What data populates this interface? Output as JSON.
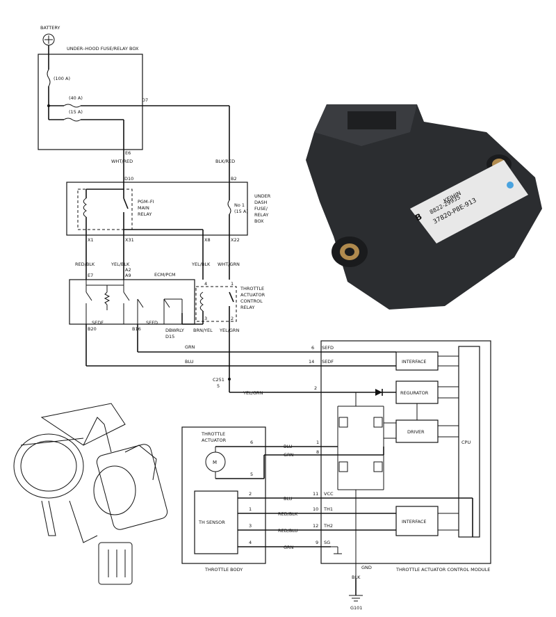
{
  "power": {
    "battery": "BATTERY",
    "fuse_box": "UNDER–HOOD FUSE/RELAY BOX",
    "fuse_100": "(100 A)",
    "fuse_40": "(40 A)",
    "fuse_15": "(15 A)",
    "pin_d7": "D7",
    "pin_e6": "E6"
  },
  "dash_box": {
    "wire_wht_red": "WHT/RED",
    "wire_blk_red": "BLK/RED",
    "pin_d10": "D10",
    "pin_b2": "B2",
    "main_relay_1": "PGM–FI",
    "main_relay_2": "MAIN",
    "main_relay_3": "RELAY",
    "fuse_label_1": "No 1",
    "fuse_label_2": "(15 A)",
    "box_label_1": "UNDER",
    "box_label_2": "DASH",
    "box_label_3": "FUSE/",
    "box_label_4": "RELAY",
    "box_label_5": "BOX",
    "pin_x1": "X1",
    "pin_x31": "X31",
    "pin_x8": "X8",
    "pin_x22": "X22"
  },
  "ecm": {
    "wire_red_blk": "RED/BLK",
    "wire_yel_blk": "YEL/BLK",
    "wire_yel_blk2": "YEL/BLK",
    "wire_wht_grn": "WHT/GRN",
    "pin_e7": "E7",
    "pin_a2": "A2",
    "pin_a9": "A9",
    "label": "ECM/PCM",
    "sedf": "SEDF",
    "sefd": "SEFD",
    "dbwrly": "DBWRLY",
    "d15": "D15",
    "b20": "B20",
    "b16": "B16"
  },
  "tacr": {
    "label_1": "THROTTLE",
    "label_2": "ACTUATOR",
    "label_3": "CONTROL",
    "label_4": "RELAY",
    "pin_4": "4",
    "pin_1": "1",
    "pin_3": "3",
    "pin_2": "2",
    "wire_brn_yel": "BRN/YEL",
    "wire_yel_grn": "YEL/GRN"
  },
  "harness": {
    "wire_grn": "GRN",
    "wire_blu": "BLU",
    "connector": "C251",
    "connector_pin": "5",
    "wire_yel_grn": "YEL/GRN",
    "pin_6": "6",
    "pin_14": "14",
    "pin_2": "2",
    "sefd": "SEFD",
    "sedf": "SEDF"
  },
  "module": {
    "interface": "INTERFACE",
    "regurator": "REGURATOR",
    "driver": "DRIVER",
    "cpu": "CPU",
    "interface2": "INTERFACE",
    "vcc": "VCC",
    "th1": "TH1",
    "th2": "TH2",
    "sg": "SG",
    "gnd": "GND",
    "label": "THROTTLE ACTUATOR CONTROL MODULE",
    "pin_1": "1",
    "pin_8": "8",
    "pin_11": "11",
    "pin_10": "10",
    "pin_12": "12",
    "pin_9": "9"
  },
  "throttle_body": {
    "actuator_1": "THROTTLE",
    "actuator_2": "ACTUATOR",
    "motor": "M",
    "th_sensor": "TH SENSOR",
    "label": "THROTTLE BODY",
    "pin_6": "6",
    "pin_5": "5",
    "pin_2": "2",
    "pin_1": "1",
    "pin_3": "3",
    "pin_4": "4",
    "wire_blu": "BLU",
    "wire_grn": "GRN",
    "wire_blu2": "BLU",
    "wire_red_blk": "RED/BLK",
    "wire_red_blu": "RED/BLU",
    "wire_grn2": "GRN"
  },
  "ground": {
    "wire": "BLK",
    "point": "G101"
  },
  "photo": {
    "label_letter": "B",
    "part_number": "37820-P8E-913",
    "maker": "KEIHIN",
    "code": "8822-29935",
    "badge_color": "#4aa3df"
  }
}
